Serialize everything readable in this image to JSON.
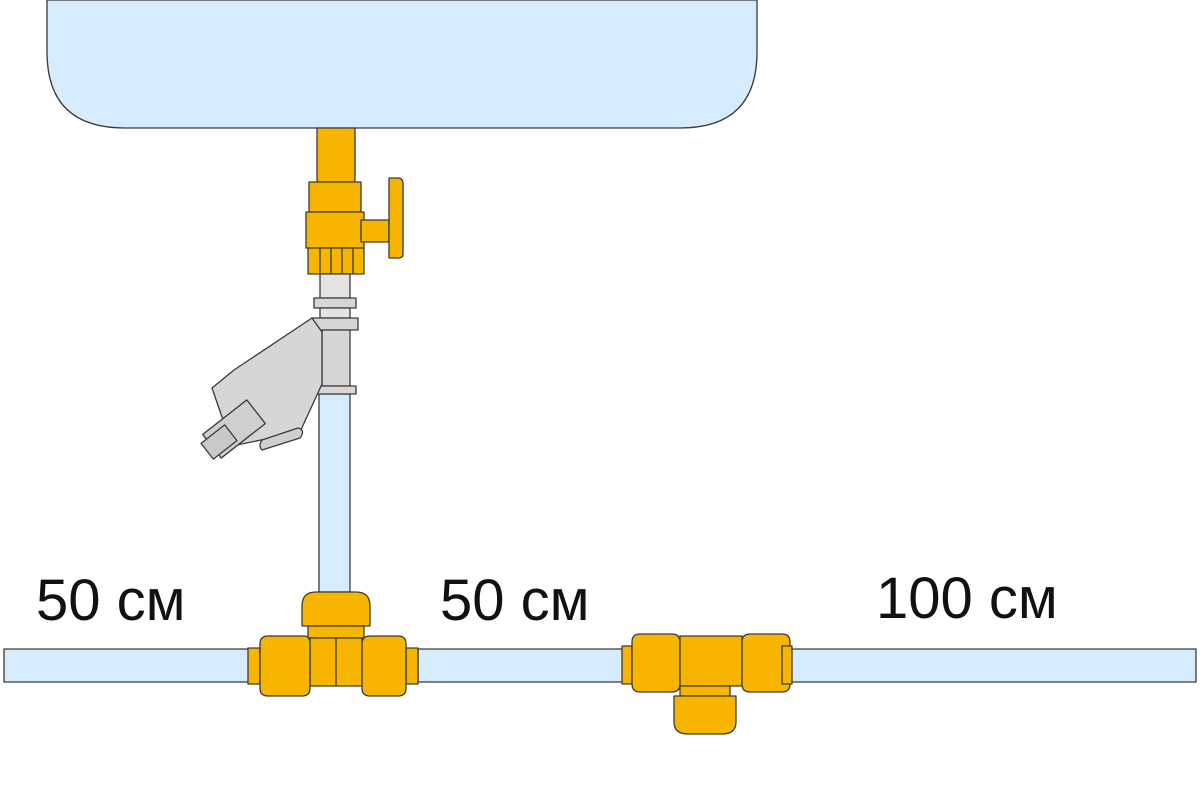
{
  "labels": {
    "left": "50 см",
    "middle": "50 см",
    "right": "100 см"
  },
  "colors": {
    "water": "#d6ebfb",
    "pipe": "#d6ebfb",
    "brass": "#f7b500",
    "brass_dark": "#e3a300",
    "filter": "#d6d6d6",
    "outline": "#3a3a3a"
  }
}
